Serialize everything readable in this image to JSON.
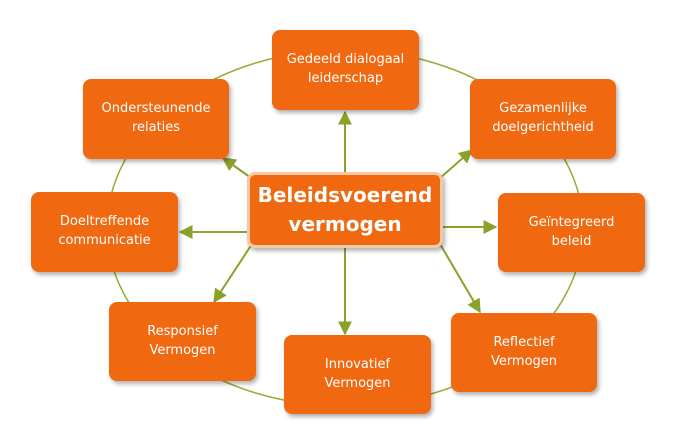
{
  "colors": {
    "box_fill": "#f0680f",
    "ring_stroke": "#95ad34",
    "arrow_stroke": "#8aa22a",
    "text": "#ffffff"
  },
  "center": {
    "line1": "Beleidsvoerend",
    "line2": "vermogen"
  },
  "nodes": {
    "gedeeld": {
      "line1": "Gedeeld dialogaal",
      "line2": "leiderschap"
    },
    "gezamenlijk": {
      "line1": "Gezamenlijke",
      "line2": "doelgerichtheid"
    },
    "geintegreerd": {
      "line1": "Geïntegreerd",
      "line2": "beleid"
    },
    "reflectief": {
      "line1": "Reflectief",
      "line2": "Vermogen"
    },
    "innovatief": {
      "line1": "Innovatief",
      "line2": "Vermogen"
    },
    "responsief": {
      "line1": "Responsief",
      "line2": "Vermogen"
    },
    "doeltreffend": {
      "line1": "Doeltreffende",
      "line2": "communicatie"
    },
    "ondersteunend": {
      "line1": "Ondersteunende",
      "line2": "relaties"
    }
  }
}
